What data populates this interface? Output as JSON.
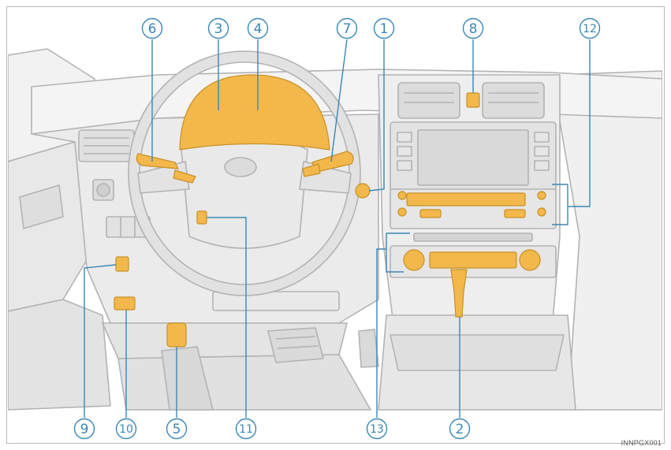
{
  "colors": {
    "highlight": "#f2b84b",
    "callout": "#3a87b6",
    "line": "#b3b3b3",
    "fill": "#ececec",
    "shade": "#dcdcdc"
  },
  "image_code": "INNPGX001",
  "callouts": {
    "c1": "1",
    "c2": "2",
    "c3": "3",
    "c4": "4",
    "c5": "5",
    "c6": "6",
    "c7": "7",
    "c8": "8",
    "c9": "9",
    "c10": "10",
    "c11": "11",
    "c12": "12",
    "c13": "13"
  }
}
